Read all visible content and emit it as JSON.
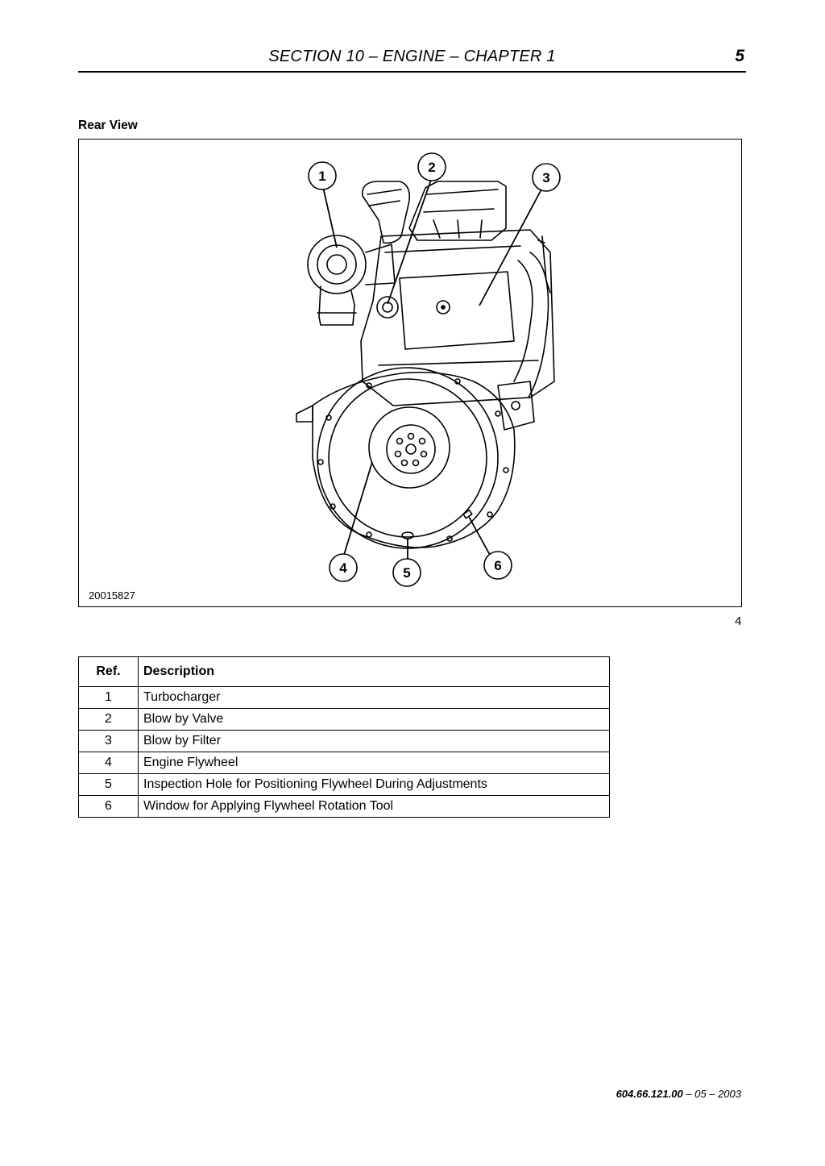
{
  "header": {
    "title": "SECTION 10 – ENGINE – CHAPTER 1",
    "page_number": "5"
  },
  "figure": {
    "caption": "Rear View",
    "image_id": "20015827",
    "number": "4",
    "callouts": [
      "1",
      "2",
      "3",
      "4",
      "5",
      "6"
    ]
  },
  "table": {
    "headers": [
      "Ref.",
      "Description"
    ],
    "rows": [
      {
        "ref": "1",
        "description": "Turbocharger"
      },
      {
        "ref": "2",
        "description": "Blow by Valve"
      },
      {
        "ref": "3",
        "description": "Blow by Filter"
      },
      {
        "ref": "4",
        "description": "Engine Flywheel"
      },
      {
        "ref": "5",
        "description": "Inspection Hole for Positioning Flywheel During Adjustments"
      },
      {
        "ref": "6",
        "description": "Window for Applying Flywheel Rotation Tool"
      }
    ]
  },
  "footer": {
    "doc_number": "604.66.121.00",
    "date": " – 05 – 2003"
  }
}
